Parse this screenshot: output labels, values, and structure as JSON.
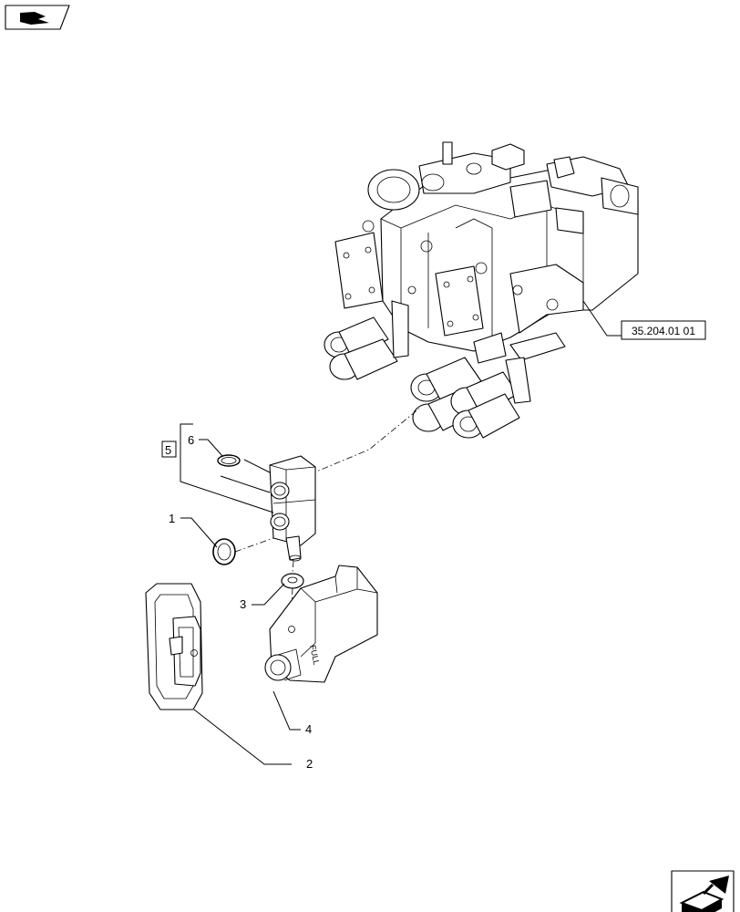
{
  "nav": {
    "prev_icon": "previous-page-hand-icon",
    "next_icon": "next-page-arrow-icon"
  },
  "reference": {
    "label": "35.204.01 01"
  },
  "callouts": [
    {
      "id": "c1",
      "text": "1"
    },
    {
      "id": "c2",
      "text": "2"
    },
    {
      "id": "c3",
      "text": "3"
    },
    {
      "id": "c4",
      "text": "4"
    },
    {
      "id": "c5",
      "text": "5"
    },
    {
      "id": "c6",
      "text": "6"
    }
  ],
  "label_on_part": "FULL",
  "parts": [
    "control-valve-assembly-icon",
    "quick-coupler-block-icon",
    "o-ring-icon",
    "cover-bracket-icon",
    "washer-icon",
    "coupler-body-icon"
  ]
}
